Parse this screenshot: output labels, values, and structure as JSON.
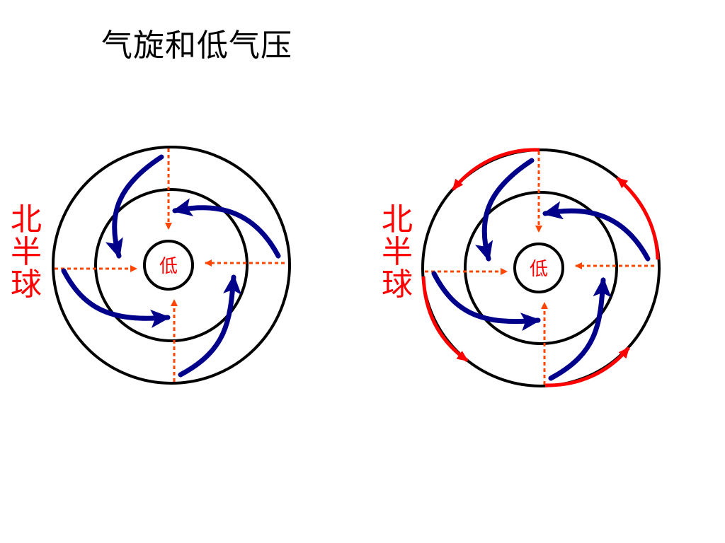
{
  "title": "气旋和低气压",
  "left_panel": {
    "hemisphere_label": [
      "北",
      "半",
      "球"
    ],
    "center_label": "低"
  },
  "right_panel": {
    "hemisphere_label": [
      "北",
      "半",
      "球"
    ],
    "center_label": "低"
  },
  "colors": {
    "isobar": "#000000",
    "pressure_gradient_arrow": "#ff4500",
    "wind_arrow": "#00008b",
    "rotation_arrow": "#ff0000",
    "label": "#ff0000"
  }
}
